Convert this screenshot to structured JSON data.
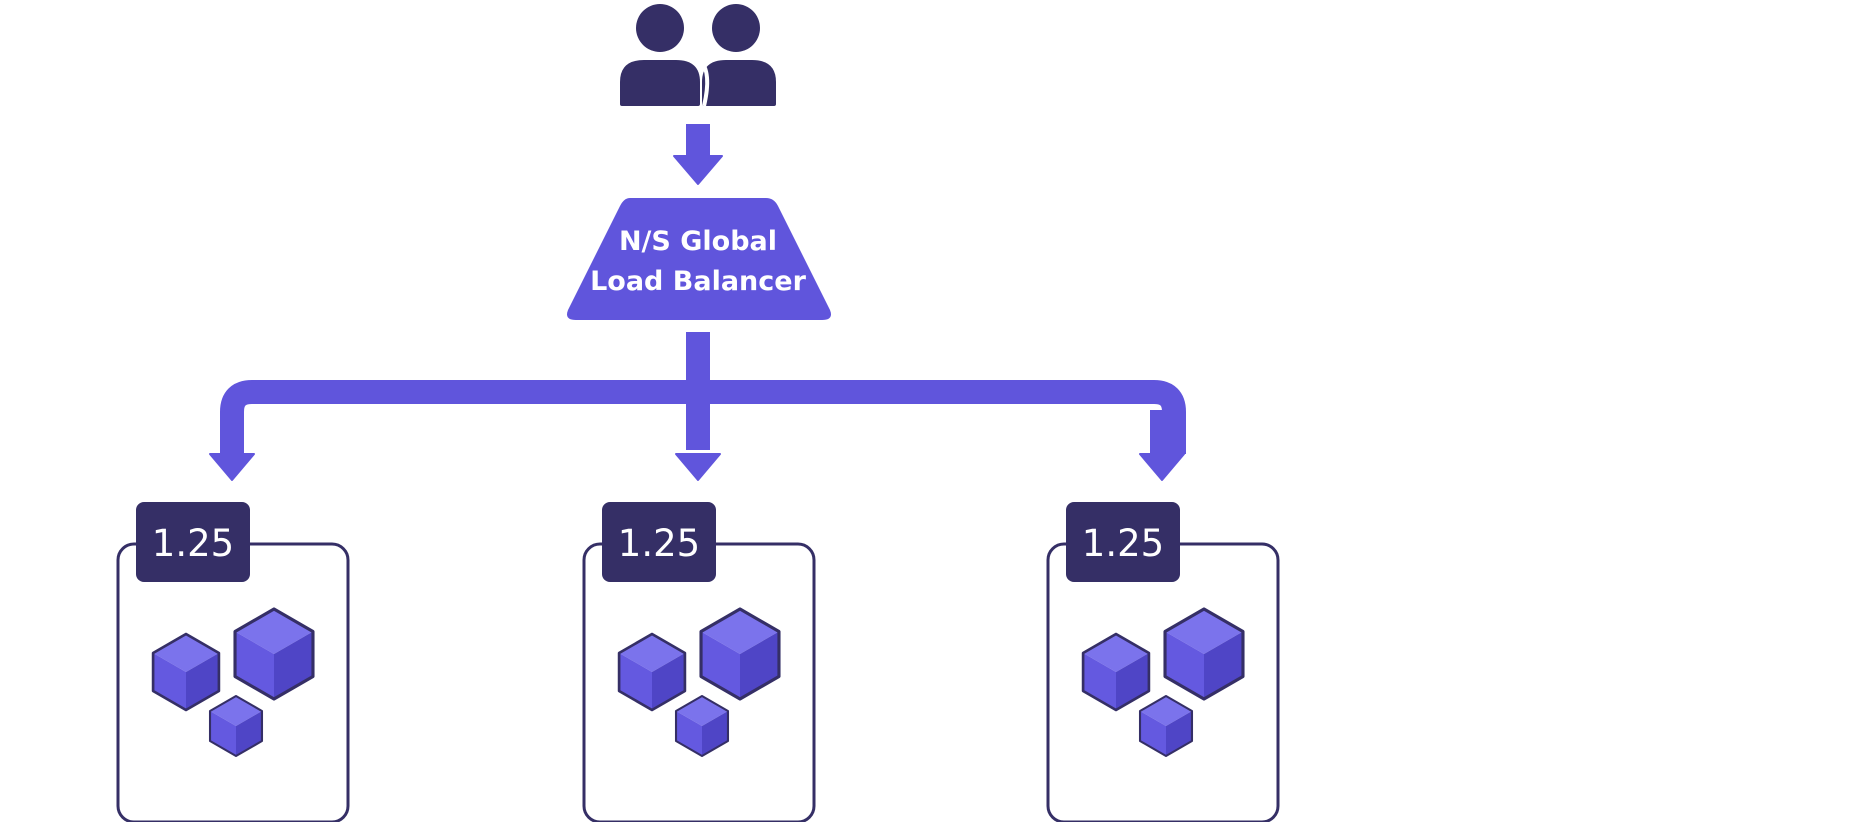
{
  "load_balancer": {
    "line1": "N/S Global",
    "line2": "Load Balancer"
  },
  "clusters": [
    {
      "version": "1.25"
    },
    {
      "version": "1.25"
    },
    {
      "version": "1.25"
    }
  ],
  "colors": {
    "dark": "#352f66",
    "accent": "#6055dc",
    "cube_top": "#7b73ec",
    "cube_left": "#6459e0",
    "cube_right": "#4f45c6"
  },
  "icons": {
    "users": "users-icon",
    "cubes": "containers-icon"
  }
}
